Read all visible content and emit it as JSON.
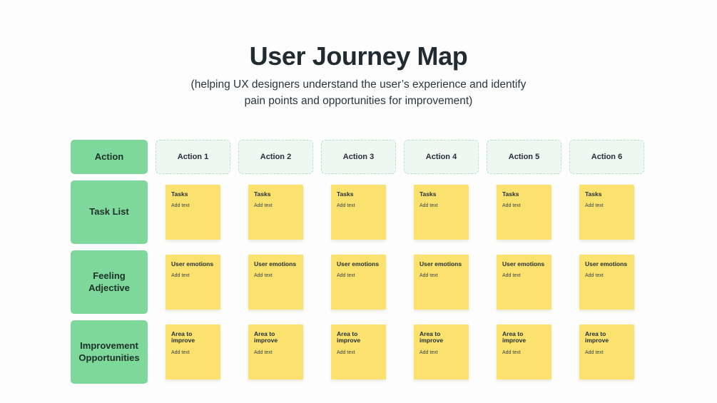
{
  "header": {
    "title": "User Journey Map",
    "subtitle": "(helping UX designers understand the user’s experience and identify\npain points and opportunities for improvement)"
  },
  "colors": {
    "page_bg": "#FDFDFD",
    "green": "#7ED79B",
    "mint": "#EDF8F2",
    "mint_border": "#B6E4C8",
    "yellow": "#FBE26E",
    "text_dark": "#212B32"
  },
  "row_labels": [
    "Action",
    "Task List",
    "Feeling Adjective",
    "Improvement Opportunities"
  ],
  "action_columns": [
    "Action 1",
    "Action 2",
    "Action 3",
    "Action 4",
    "Action 5",
    "Action 6"
  ],
  "notes": [
    {
      "title": "Tasks",
      "placeholder": "Add text"
    },
    {
      "title": "User emotions",
      "placeholder": "Add text"
    },
    {
      "title": "Area to improve",
      "placeholder": "Add text"
    }
  ]
}
